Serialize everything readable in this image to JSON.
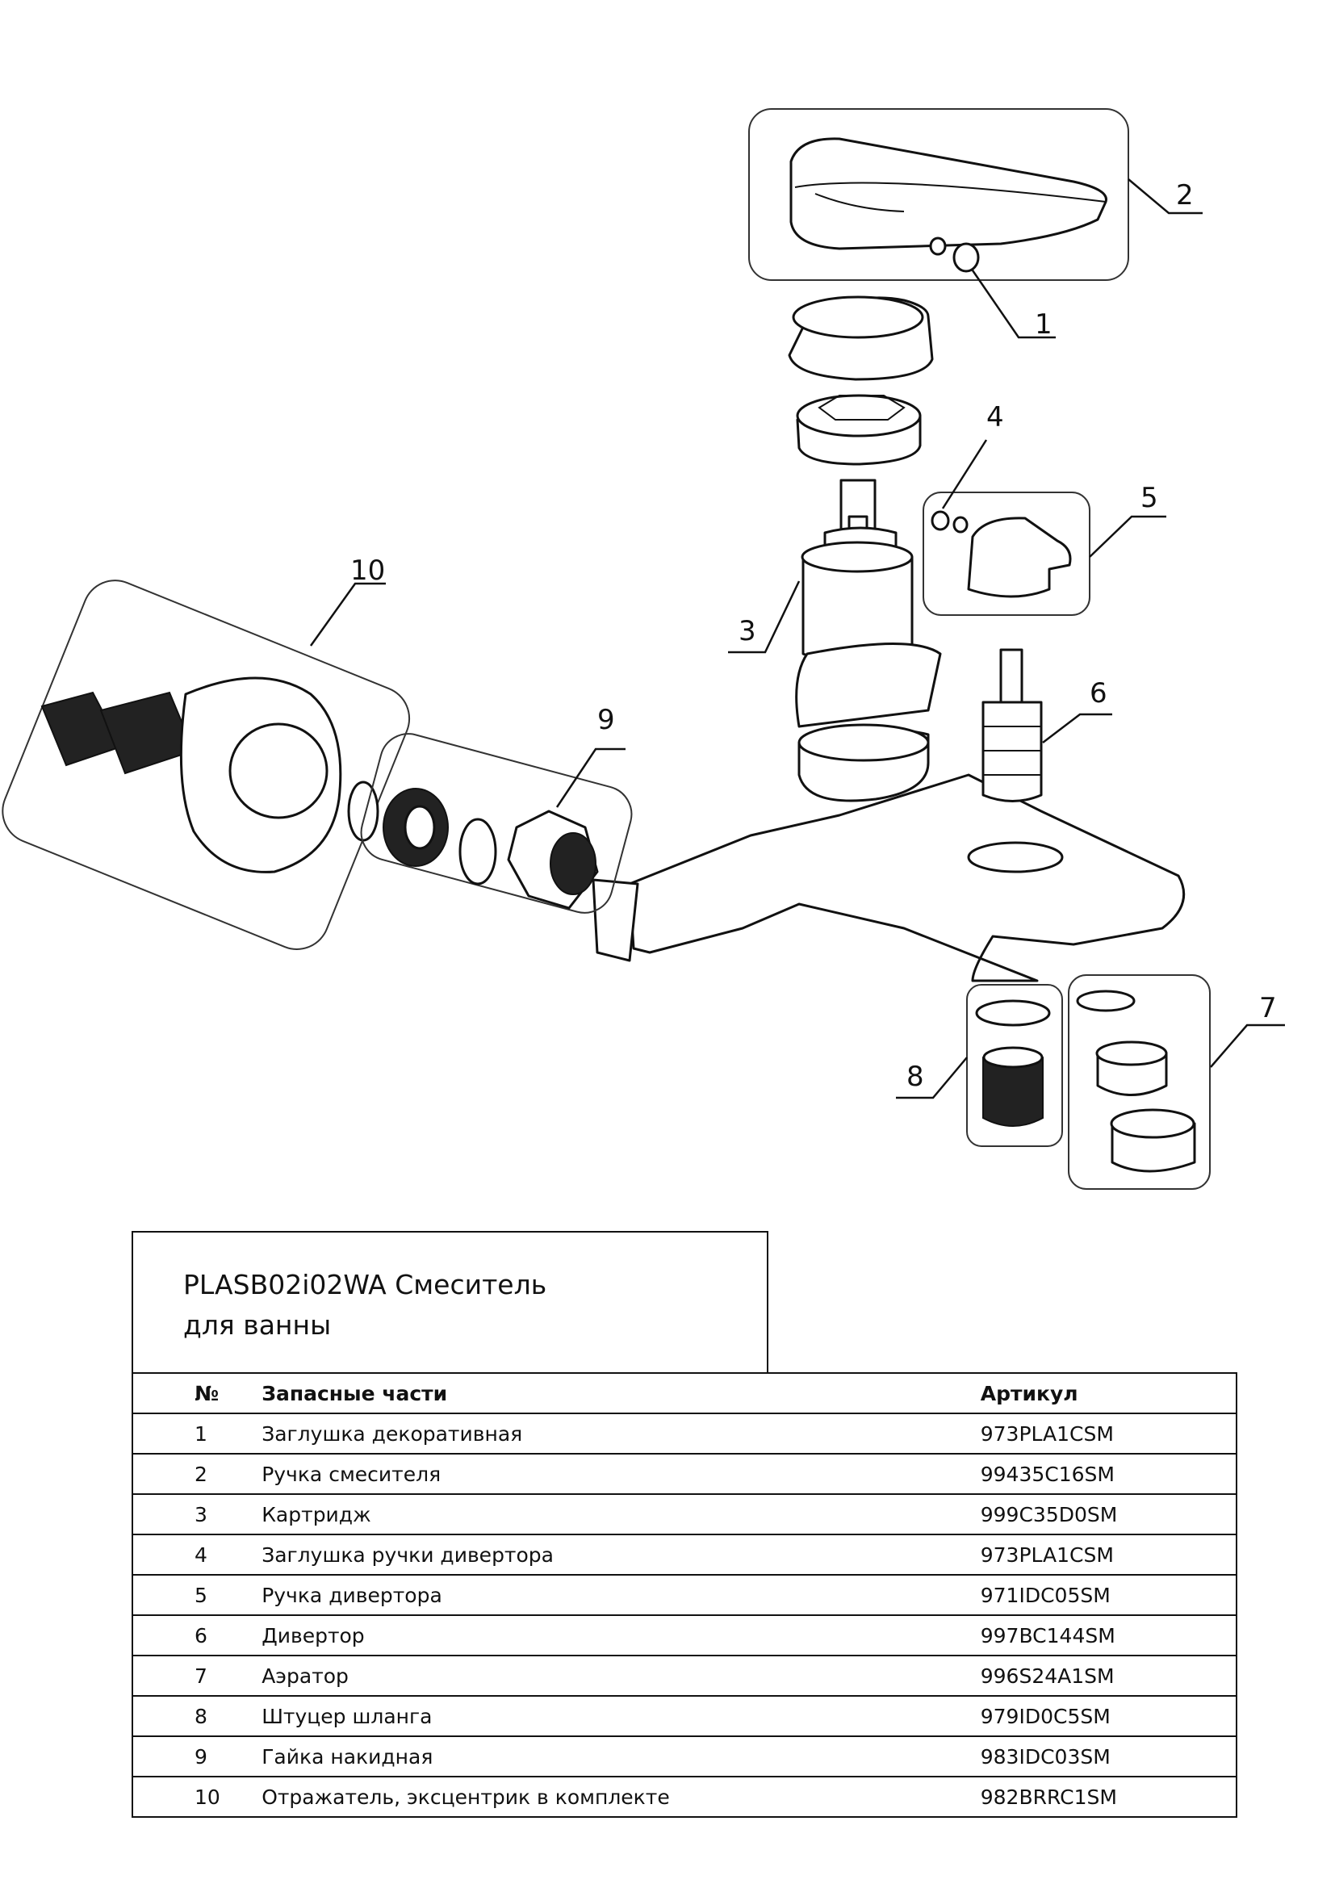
{
  "callouts": [
    "1",
    "2",
    "3",
    "4",
    "5",
    "6",
    "7",
    "8",
    "9",
    "10"
  ],
  "title": "PLASB02i02WA Смеситель\nдля ванны",
  "table": {
    "headers": {
      "num": "№",
      "name": "Запасные части",
      "article": "Артикул"
    },
    "rows": [
      {
        "num": "1",
        "name": "Заглушка декоративная",
        "article": "973PLA1CSM"
      },
      {
        "num": "2",
        "name": "Ручка смесителя",
        "article": "99435C16SM"
      },
      {
        "num": "3",
        "name": "Картридж",
        "article": "999C35D0SM"
      },
      {
        "num": "4",
        "name": "Заглушка ручки дивертора",
        "article": "973PLA1CSM"
      },
      {
        "num": "5",
        "name": "Ручка дивертора",
        "article": "971IDC05SM"
      },
      {
        "num": "6",
        "name": "Дивертор",
        "article": "997BC144SM"
      },
      {
        "num": "7",
        "name": "Аэратор",
        "article": "996S24A1SM"
      },
      {
        "num": "8",
        "name": "Штуцер шланга",
        "article": "979ID0C5SM"
      },
      {
        "num": "9",
        "name": "Гайка накидная",
        "article": "983IDC03SM"
      },
      {
        "num": "10",
        "name": "Отражатель, эксцентрик в комплекте",
        "article": "982BRRC1SM"
      }
    ]
  }
}
